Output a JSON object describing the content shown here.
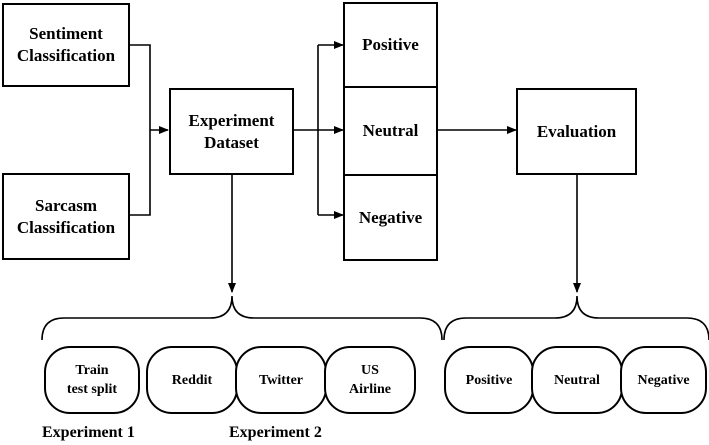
{
  "boxes": {
    "sentiment": "Sentiment\nClassification",
    "sarcasm": "Sarcasm\nClassification",
    "experiment_dataset": "Experiment\nDataset",
    "positive": "Positive",
    "neutral": "Neutral",
    "negative": "Negative",
    "evaluation": "Evaluation"
  },
  "experiment_pills": {
    "train_split": "Train\ntest split",
    "reddit": "Reddit",
    "twitter": "Twitter",
    "us_airline": "US\nAirline"
  },
  "evaluation_pills": {
    "positive": "Positive",
    "neutral": "Neutral",
    "negative": "Negative"
  },
  "labels": {
    "experiment1": "Experiment 1",
    "experiment2": "Experiment 2"
  }
}
